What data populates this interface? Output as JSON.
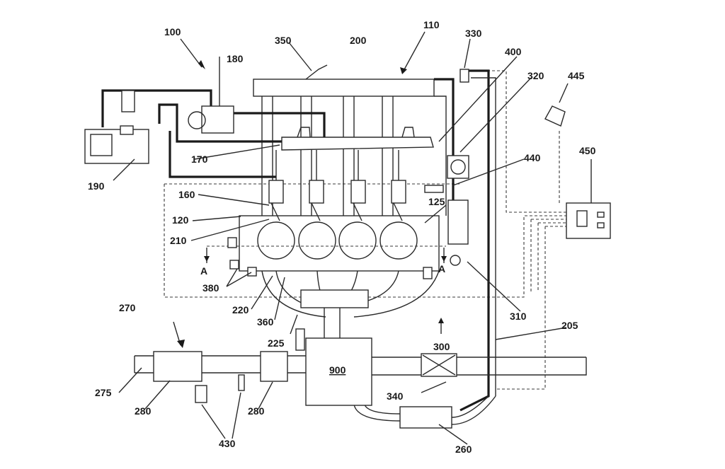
{
  "labels": {
    "l100": "100",
    "l110": "110",
    "l120": "120",
    "l125": "125",
    "l160": "160",
    "l170": "170",
    "l180": "180",
    "l190": "190",
    "l200": "200",
    "l205": "205",
    "l210": "210",
    "l220": "220",
    "l225": "225",
    "l260": "260",
    "l270": "270",
    "l275": "275",
    "l280a": "280",
    "l280b": "280",
    "l300": "300",
    "l310": "310",
    "l320": "320",
    "l330": "330",
    "l340": "340",
    "l350": "350",
    "l360": "360",
    "l380": "380",
    "l400": "400",
    "l430": "430",
    "l440": "440",
    "l445": "445",
    "l450": "450",
    "l900": "900",
    "sectionA1": "A",
    "sectionA2": "A"
  }
}
